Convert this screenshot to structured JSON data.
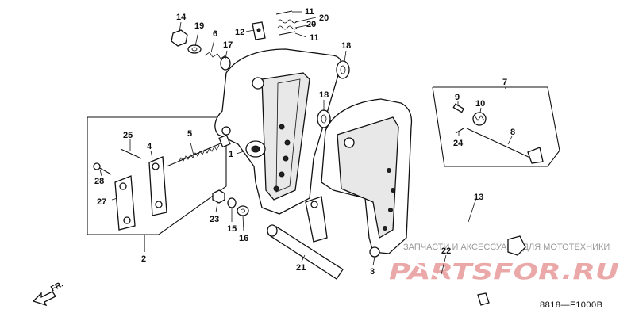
{
  "diagram_code": "8818—F1000B",
  "direction_label": "FR.",
  "watermark": {
    "caption": "ЗАПЧАСТИ И АКСЕССУАРЫ ДЛЯ МОТОТЕХНИКИ",
    "logo_text": "PARTSFOR.RU"
  },
  "callouts": [
    {
      "id": "c14",
      "label": "14"
    },
    {
      "id": "c19",
      "label": "19"
    },
    {
      "id": "c6",
      "label": "6"
    },
    {
      "id": "c17",
      "label": "17"
    },
    {
      "id": "c12",
      "label": "12"
    },
    {
      "id": "c11a",
      "label": "11"
    },
    {
      "id": "c20a",
      "label": "20"
    },
    {
      "id": "c20b",
      "label": "20"
    },
    {
      "id": "c11b",
      "label": "11"
    },
    {
      "id": "c18a",
      "label": "18"
    },
    {
      "id": "c18b",
      "label": "18"
    },
    {
      "id": "c7",
      "label": "7"
    },
    {
      "id": "c9",
      "label": "9"
    },
    {
      "id": "c10",
      "label": "10"
    },
    {
      "id": "c8",
      "label": "8"
    },
    {
      "id": "c24",
      "label": "24"
    },
    {
      "id": "c25",
      "label": "25"
    },
    {
      "id": "c4",
      "label": "4"
    },
    {
      "id": "c5",
      "label": "5"
    },
    {
      "id": "c1",
      "label": "1"
    },
    {
      "id": "c28",
      "label": "28"
    },
    {
      "id": "c27",
      "label": "27"
    },
    {
      "id": "c2",
      "label": "2"
    },
    {
      "id": "c23",
      "label": "23"
    },
    {
      "id": "c15",
      "label": "15"
    },
    {
      "id": "c16",
      "label": "16"
    },
    {
      "id": "c13",
      "label": "13"
    },
    {
      "id": "c21",
      "label": "21"
    },
    {
      "id": "c3",
      "label": "3"
    },
    {
      "id": "c22",
      "label": "22"
    }
  ]
}
